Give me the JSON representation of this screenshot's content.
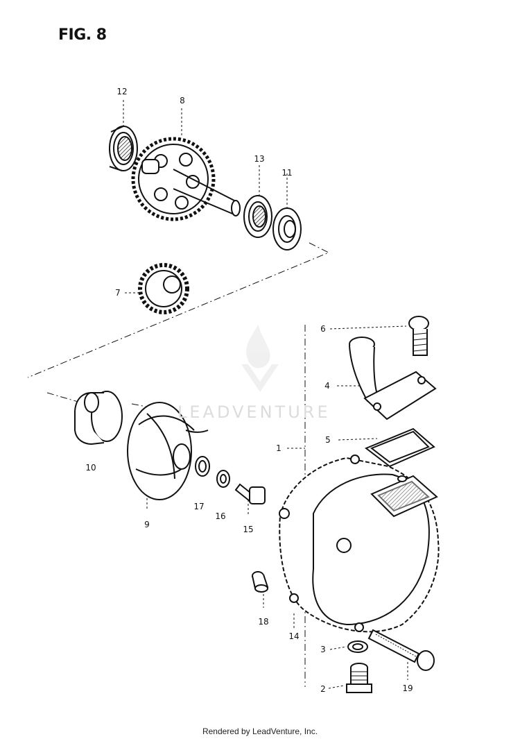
{
  "figure": {
    "title": "FIG. 8"
  },
  "watermark": {
    "text": "LEADVENTURE"
  },
  "footer": {
    "text": "Rendered by LeadVenture, Inc."
  },
  "callouts": [
    {
      "key": "p12",
      "text": "12"
    },
    {
      "key": "p8",
      "text": "8"
    },
    {
      "key": "p13",
      "text": "13"
    },
    {
      "key": "p11",
      "text": "11"
    },
    {
      "key": "p7",
      "text": "7"
    },
    {
      "key": "p6",
      "text": "6"
    },
    {
      "key": "p4",
      "text": "4"
    },
    {
      "key": "p5",
      "text": "5"
    },
    {
      "key": "p1",
      "text": "1"
    },
    {
      "key": "p10",
      "text": "10"
    },
    {
      "key": "p17",
      "text": "17"
    },
    {
      "key": "p16",
      "text": "16"
    },
    {
      "key": "p15",
      "text": "15"
    },
    {
      "key": "p9",
      "text": "9"
    },
    {
      "key": "p18",
      "text": "18"
    },
    {
      "key": "p14",
      "text": "14"
    },
    {
      "key": "p3",
      "text": "3"
    },
    {
      "key": "p2",
      "text": "2"
    },
    {
      "key": "p19",
      "text": "19"
    }
  ]
}
